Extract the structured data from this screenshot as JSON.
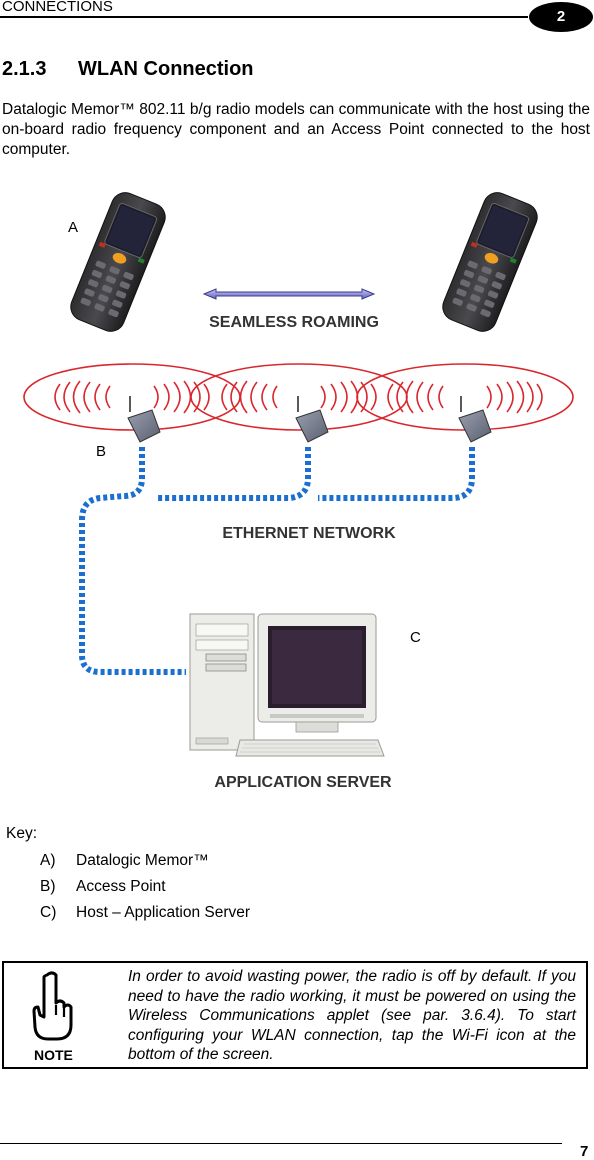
{
  "header": {
    "title": "CONNECTIONS",
    "chapter": "2"
  },
  "section": {
    "number": "2.1.3",
    "title": "WLAN Connection"
  },
  "intro": "Datalogic Memor™ 802.11 b/g radio models can communicate with the host using the on-board radio frequency component and an Access Point connected to the host computer.",
  "figure": {
    "label_a": "A",
    "label_b": "B",
    "label_c": "C",
    "roaming": "SEAMLESS ROAMING",
    "ethernet": "ETHERNET NETWORK",
    "server": "APPLICATION SERVER",
    "colors": {
      "network": "#1a6fd0",
      "signal": "#e0262a",
      "arrow": "#5a5ab0"
    }
  },
  "key": {
    "title": "Key:",
    "items": [
      {
        "letter": "A)",
        "text": "Datalogic Memor™"
      },
      {
        "letter": "B)",
        "text": "Access Point"
      },
      {
        "letter": "C)",
        "text": "Host – Application Server"
      }
    ]
  },
  "note": {
    "label": "NOTE",
    "icon": "pointing-hand-icon",
    "text": "In order to avoid wasting power, the radio is off by default. If you need to have the radio working, it must be powered on using the Wireless Communications applet (see par. 3.6.4). To start configuring your WLAN connection, tap the Wi-Fi icon at the bottom of the screen."
  },
  "footer": {
    "page": "7"
  }
}
